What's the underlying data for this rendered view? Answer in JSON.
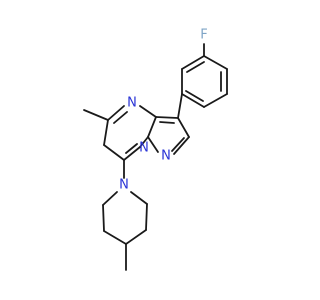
{
  "molecule": {
    "atoms": {
      "fluorine": {
        "label": "F",
        "color": "#7ea4c6"
      },
      "n4": {
        "label": "N",
        "color": "#2a34d6"
      },
      "n8": {
        "label": "N",
        "color": "#2a34d6"
      },
      "n1": {
        "label": "N",
        "color": "#2a34d6"
      },
      "npip": {
        "label": "N",
        "color": "#2a34d6"
      }
    },
    "bond_color": "#1a1a1a"
  }
}
